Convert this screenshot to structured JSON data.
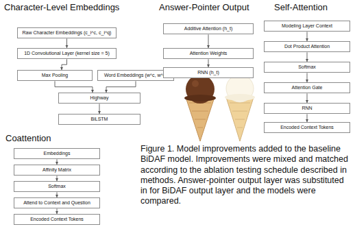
{
  "diagram": {
    "caption": "Figure 1. Model improvements added to the baseline BiDAF model. Improvements were mixed and matched according to the ablation testing schedule described in methods. Answer-pointer output layer was substituted in for BiDAF output layer and the models were compared.",
    "nodes": [
      {
        "text": [
          "Raw Character Embeddings (c_i^c, c_i^q)"
        ]
      },
      {
        "text": [
          "1D Convolutional Layer (kernel size = 5)"
        ]
      },
      {
        "text": [
          "Max Pooling"
        ]
      },
      {
        "text": [
          "Word Embeddings (w^c, w^q)"
        ]
      },
      {
        "text": [
          "Highway"
        ]
      },
      {
        "text": [
          "BiLSTM"
        ]
      },
      {
        "text": [
          "Additive Attention (h_t)"
        ]
      },
      {
        "text": [
          "Attention Weights"
        ]
      },
      {
        "text": [
          "RNN (h_t)"
        ]
      },
      {
        "text": [
          "Modeling Layer Context"
        ]
      },
      {
        "text": [
          "Dot Product Attention"
        ]
      },
      {
        "text": [
          "Softmax"
        ]
      },
      {
        "text": [
          "Attention Gate"
        ]
      },
      {
        "text": [
          "RNN"
        ]
      },
      {
        "text": [
          "Encoded Context Tokens"
        ]
      },
      {
        "text": [
          "Embeddings"
        ]
      },
      {
        "text": [
          "Affinity Matrix"
        ]
      },
      {
        "text": [
          "Softmax"
        ]
      },
      {
        "text": [
          "Attend to Context and Question"
        ]
      },
      {
        "text": [
          "Encoded Context Tokens"
        ]
      }
    ],
    "edges": [
      {
        "from": 0,
        "to": 1,
        "arrow": "to"
      },
      {
        "from": 1,
        "to": 2,
        "arrow": "to"
      },
      {
        "from": 2,
        "to": 4,
        "arrow": "to"
      },
      {
        "from": 3,
        "to": 4,
        "arrow": "to"
      },
      {
        "from": 4,
        "to": 5,
        "arrow": "to"
      },
      {
        "from": 6,
        "to": 7,
        "arrow": "to"
      },
      {
        "from": 7,
        "to": 8,
        "arrow": "to"
      },
      {
        "from": 9,
        "to": 10,
        "arrow": "to"
      },
      {
        "from": 10,
        "to": 11,
        "arrow": "to"
      },
      {
        "from": 11,
        "to": 12,
        "arrow": "to"
      },
      {
        "from": 12,
        "to": 13,
        "arrow": "to"
      },
      {
        "from": 13,
        "to": 14,
        "arrow": "to"
      },
      {
        "from": 15,
        "to": 16,
        "arrow": "to"
      },
      {
        "from": 16,
        "to": 17,
        "arrow": "to"
      },
      {
        "from": 17,
        "to": 18,
        "arrow": "to"
      },
      {
        "from": 18,
        "to": 19,
        "arrow": "to"
      }
    ],
    "labels": [
      "Character-Level Embeddings",
      "Answer-Pointer Output",
      "Self-Attention",
      "Coattention"
    ]
  }
}
